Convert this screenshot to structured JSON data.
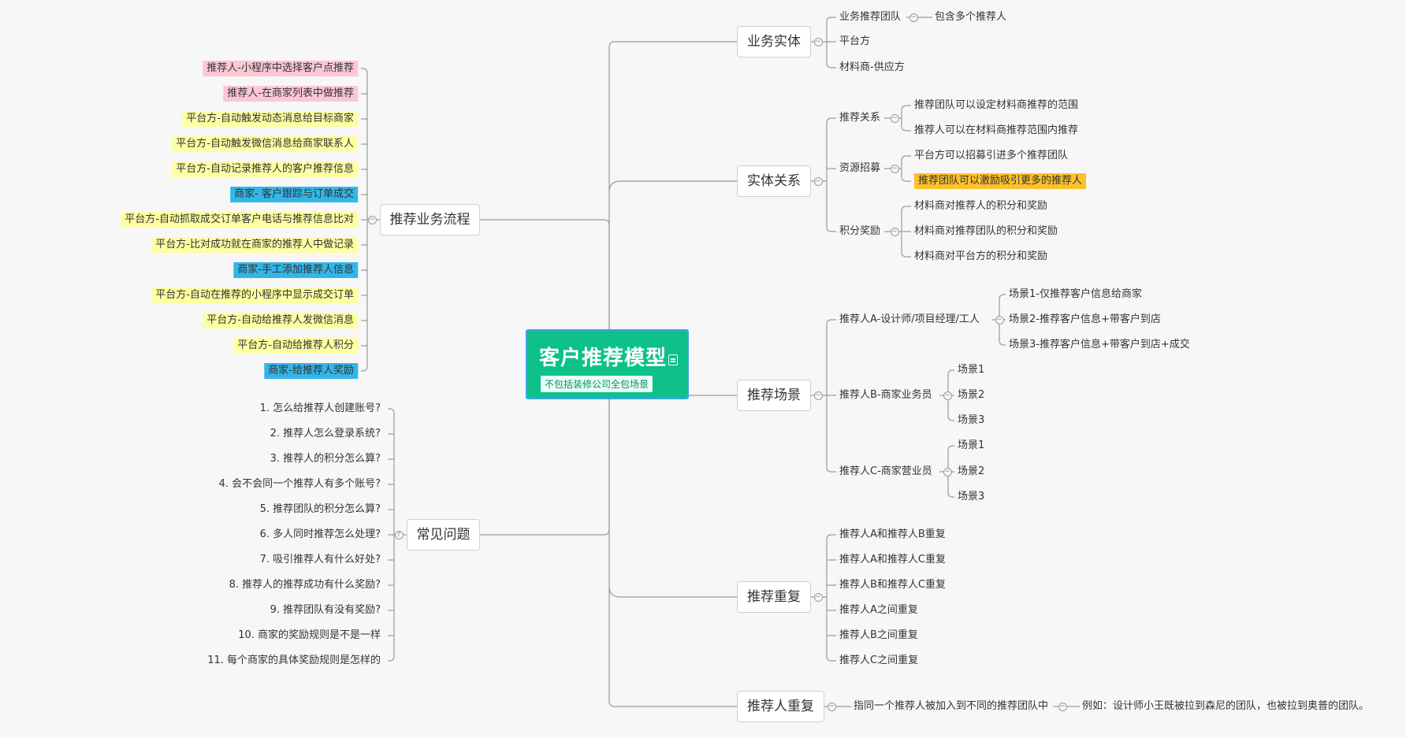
{
  "center": {
    "title": "客户推荐模型",
    "note": "不包括装修公司全包场景",
    "note_icon": "note-icon"
  },
  "colors": {
    "center_fill": "#0dc189",
    "center_border": "#38a6e8",
    "line": "#9a9a9a",
    "pink": "#fcc7d5",
    "yellow": "#fefea3",
    "blue": "#33b6e7",
    "orange": "#fbc12e"
  },
  "branches": {
    "business_entities": {
      "label": "业务实体",
      "children": [
        {
          "label": "业务推荐团队",
          "child": "包含多个推荐人"
        },
        {
          "label": "平台方"
        },
        {
          "label": "材料商-供应方"
        }
      ]
    },
    "entity_relations": {
      "label": "实体关系",
      "groups": [
        {
          "label": "推荐关系",
          "items": [
            {
              "label": "推荐团队可以设定材料商推荐的范围"
            },
            {
              "label": "推荐人可以在材料商推荐范围内推荐"
            }
          ]
        },
        {
          "label": "资源招募",
          "items": [
            {
              "label": "平台方可以招募引进多个推荐团队"
            },
            {
              "label": "推荐团队可以激励吸引更多的推荐人",
              "color": "orange"
            }
          ]
        },
        {
          "label": "积分奖励",
          "items": [
            {
              "label": "材料商对推荐人的积分和奖励"
            },
            {
              "label": "材料商对推荐团队的积分和奖励"
            },
            {
              "label": "材料商对平台方的积分和奖励"
            }
          ]
        }
      ]
    },
    "scenarios": {
      "label": "推荐场景",
      "groups": [
        {
          "label": "推荐人A-设计师/项目经理/工人",
          "items": [
            {
              "label": "场景1-仅推荐客户信息给商家"
            },
            {
              "label": "场景2-推荐客户信息+带客户到店"
            },
            {
              "label": "场景3-推荐客户信息+带客户到店+成交"
            }
          ]
        },
        {
          "label": "推荐人B-商家业务员",
          "items": [
            {
              "label": "场景1"
            },
            {
              "label": "场景2"
            },
            {
              "label": "场景3"
            }
          ]
        },
        {
          "label": "推荐人C-商家营业员",
          "items": [
            {
              "label": "场景1"
            },
            {
              "label": "场景2"
            },
            {
              "label": "场景3"
            }
          ]
        }
      ]
    },
    "duplicate_recommendation": {
      "label": "推荐重复",
      "children": [
        "推荐人A和推荐人B重复",
        "推荐人A和推荐人C重复",
        "推荐人B和推荐人C重复",
        "推荐人A之间重复",
        "推荐人B之间重复",
        "推荐人C之间重复"
      ]
    },
    "duplicate_recommender": {
      "label": "推荐人重复",
      "child": "指同一个推荐人被加入到不同的推荐团队中",
      "grandchild": "例如：设计师小王既被拉到森尼的团队，也被拉到奥普的团队。"
    },
    "process_flow": {
      "label": "推荐业务流程",
      "items": [
        {
          "label": "推荐人-小程序中选择客户点推荐",
          "color": "pink"
        },
        {
          "label": "推荐人-在商家列表中做推荐",
          "color": "pink"
        },
        {
          "label": "平台方-自动触发动态消息给目标商家",
          "color": "yellow"
        },
        {
          "label": "平台方-自动触发微信消息给商家联系人",
          "color": "yellow"
        },
        {
          "label": "平台方-自动记录推荐人的客户推荐信息",
          "color": "yellow"
        },
        {
          "label": "商家- 客户跟踪与订单成交",
          "color": "blue"
        },
        {
          "label": "平台方-自动抓取成交订单客户电话与推荐信息比对",
          "color": "yellow"
        },
        {
          "label": "平台方-比对成功就在商家的推荐人中做记录",
          "color": "yellow"
        },
        {
          "label": "商家-手工添加推荐人信息",
          "color": "blue"
        },
        {
          "label": "平台方-自动在推荐的小程序中显示成交订单",
          "color": "yellow"
        },
        {
          "label": "平台方-自动给推荐人发微信消息",
          "color": "yellow"
        },
        {
          "label": "平台方-自动给推荐人积分",
          "color": "yellow"
        },
        {
          "label": "商家-给推荐人奖励",
          "color": "blue"
        }
      ]
    },
    "faq": {
      "label": "常见问题",
      "items": [
        "1. 怎么给推荐人创建账号?",
        "2. 推荐人怎么登录系统?",
        "3. 推荐人的积分怎么算?",
        "4. 会不会同一个推荐人有多个账号?",
        "5. 推荐团队的积分怎么算?",
        "6. 多人同时推荐怎么处理?",
        "7. 吸引推荐人有什么好处?",
        "8. 推荐人的推荐成功有什么奖励?",
        "9. 推荐团队有没有奖励?",
        "10. 商家的奖励规则是不是一样",
        "11. 每个商家的具体奖励规则是怎样的"
      ]
    }
  }
}
